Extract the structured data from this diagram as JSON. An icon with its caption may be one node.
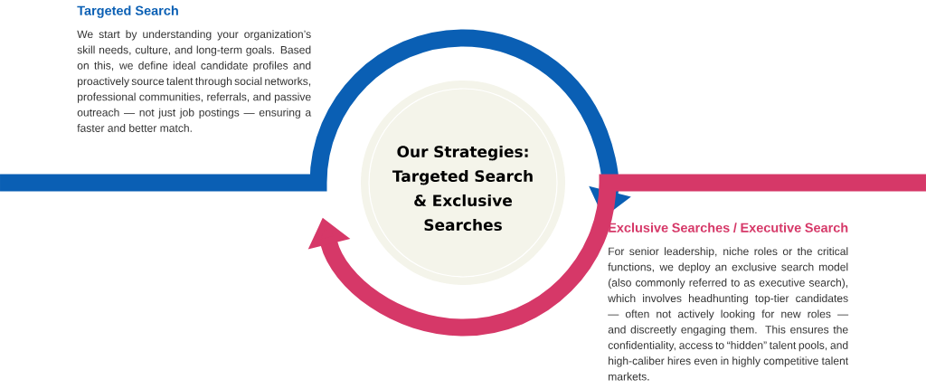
{
  "diagram": {
    "nodes": [
      {
        "text": [
          "Our Strategies: Targeted Search & Exclusive Searches"
        ]
      },
      {
        "text": [
          "Targeted Search",
          "We start by understanding your organization’s skill needs, culture, and long-term goals. Based on this, we define ideal candidate profiles and proactively source talent through social networks, professional communities, referrals, and passive outreach — not just job postings — ensuring a faster and better match."
        ]
      },
      {
        "text": [
          "Exclusive Searches / Executive Search",
          "For senior leadership, niche roles or the critical functions, we deploy an exclusive search model (also commonly referred to as executive search), which involves headhunting top-tier candidates — often not actively looking for new roles — and discreetly engaging them. This ensures the confidentiality, access to “hidden” talent pools, and high-caliber hires even in highly competitive talent markets."
        ]
      }
    ]
  }
}
